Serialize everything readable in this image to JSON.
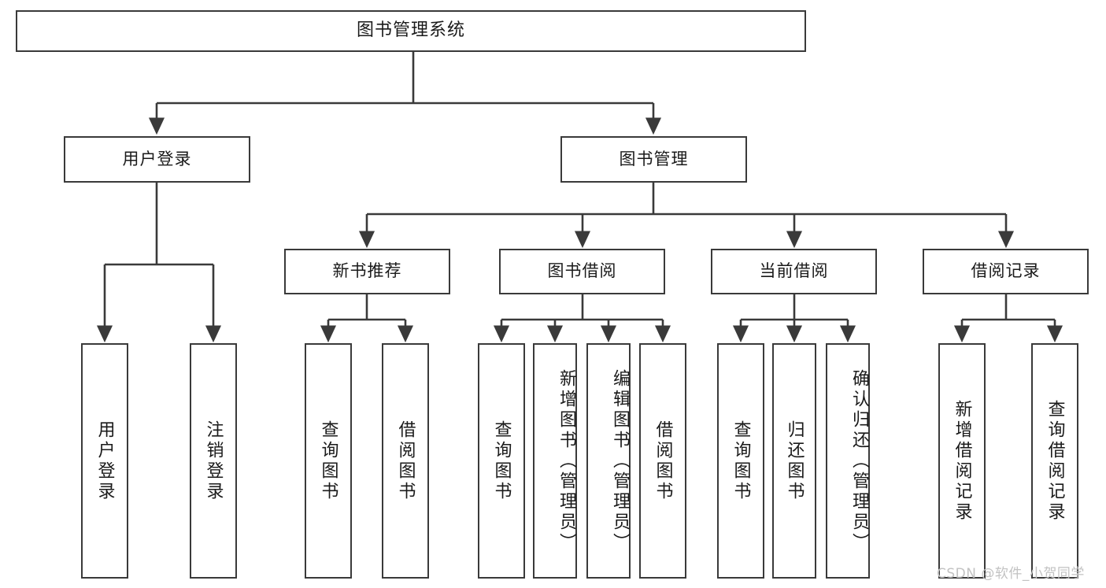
{
  "diagram": {
    "title": "图书管理系统",
    "type": "tree-structure-chart",
    "root": {
      "label": "图书管理系统"
    },
    "level2": [
      {
        "label": "用户登录"
      },
      {
        "label": "图书管理"
      }
    ],
    "level3": [
      {
        "label": "新书推荐"
      },
      {
        "label": "图书借阅"
      },
      {
        "label": "当前借阅"
      },
      {
        "label": "借阅记录"
      }
    ],
    "leaves": [
      {
        "label": "用户登录",
        "parent": "用户登录"
      },
      {
        "label": "注销登录",
        "parent": "用户登录"
      },
      {
        "label": "查询图书",
        "parent": "新书推荐"
      },
      {
        "label": "借阅图书",
        "parent": "新书推荐"
      },
      {
        "label": "查询图书",
        "parent": "图书借阅"
      },
      {
        "label": "新增图书（管理员）",
        "parent": "图书借阅"
      },
      {
        "label": "编辑图书（管理员）",
        "parent": "图书借阅"
      },
      {
        "label": "借阅图书",
        "parent": "图书借阅"
      },
      {
        "label": "查询图书",
        "parent": "当前借阅"
      },
      {
        "label": "归还图书",
        "parent": "当前借阅"
      },
      {
        "label": "确认归还（管理员）",
        "parent": "当前借阅"
      },
      {
        "label": "新增借阅记录",
        "parent": "借阅记录"
      },
      {
        "label": "查询借阅记录",
        "parent": "借阅记录"
      }
    ],
    "colors": {
      "border": "#3a3a3a",
      "text": "#1a1a1a",
      "background": "#ffffff",
      "watermark": "#c2c2c2"
    }
  },
  "watermark": {
    "text": "CSDN @软件_小贺同学"
  }
}
